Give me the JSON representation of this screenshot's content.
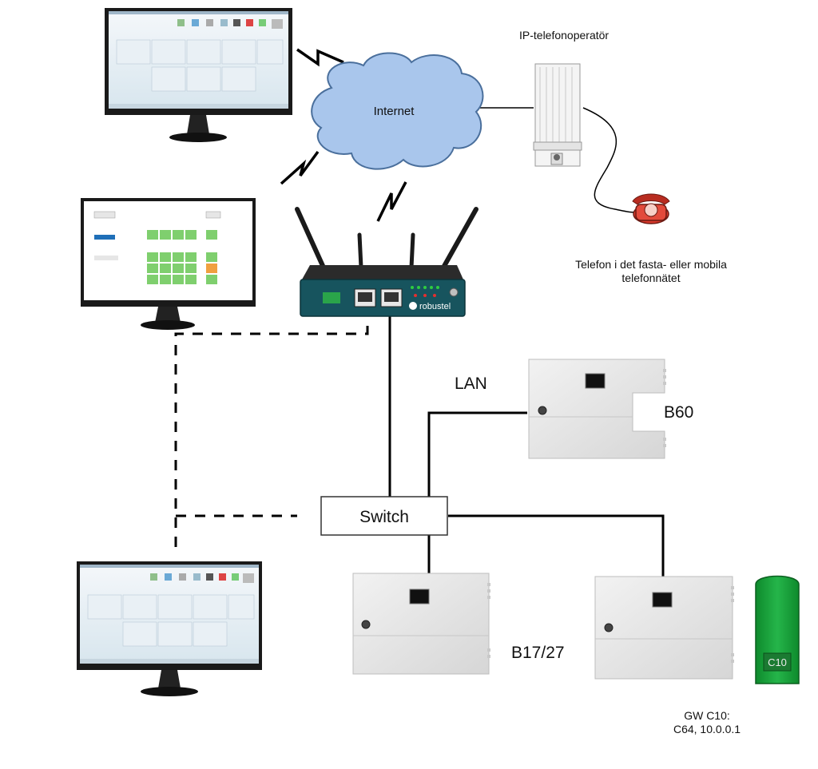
{
  "labels": {
    "ip_operator": "IP-telefonoperatör",
    "internet": "Internet",
    "phone_line1": "Telefon i det fasta- eller mobila",
    "phone_line2": "telefonnätet",
    "lan": "LAN",
    "switch": "Switch",
    "b60": "B60",
    "b17_27": "B17/27",
    "gw_line1": "GW C10:",
    "gw_line2": "C64, 10.0.0.1"
  },
  "router": {
    "brand": "robustel"
  },
  "gateway_module": {
    "label": "C10"
  },
  "colors": {
    "cloud": "#a9c6ec",
    "router_body": "#17545e",
    "switch_border": "#333333",
    "tile_green": "#7fcf6e",
    "tile_orange": "#f0a040",
    "gateway_green": "#1aa33a",
    "phone_red": "#d9392b"
  }
}
